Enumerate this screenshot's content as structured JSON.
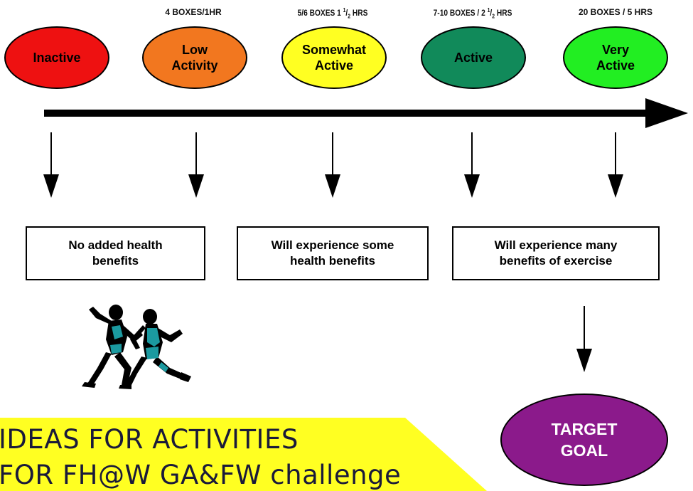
{
  "durations": [
    {
      "text": "4 BOXES/1HR"
    },
    {
      "text_pre": "5/6 BOXES 1 ",
      "frac_num": "1",
      "frac_den": "2",
      "text_post": " HRS"
    },
    {
      "text_pre": "7-10 BOXES / 2 ",
      "frac_num": "1",
      "frac_den": "2",
      "text_post": " HRS"
    },
    {
      "text": "20 BOXES / 5 HRS"
    }
  ],
  "levels": [
    {
      "label": "Inactive",
      "color": "#ee1111"
    },
    {
      "label": "Low\nActivity",
      "color": "#f2771f"
    },
    {
      "label": "Somewhat\nActive",
      "color": "#ffff22"
    },
    {
      "label": "Active",
      "color": "#118a5a"
    },
    {
      "label": "Very\nActive",
      "color": "#22ee22"
    }
  ],
  "outcomes": [
    {
      "text": "No added health\nbenefits"
    },
    {
      "text": "Will experience some\nhealth benefits"
    },
    {
      "text": "Will experience many\nbenefits of exercise"
    }
  ],
  "target": {
    "label": "TARGET\nGOAL",
    "color": "#8b1a8b",
    "text_color": "#ffffff"
  },
  "ideas": {
    "line1": "IDEAS FOR ACTIVITIES",
    "line2": "FOR FH@W GA&FW challenge",
    "banner_color": "#ffff22"
  },
  "illustration": {
    "icon": "runners-illustration-icon"
  }
}
